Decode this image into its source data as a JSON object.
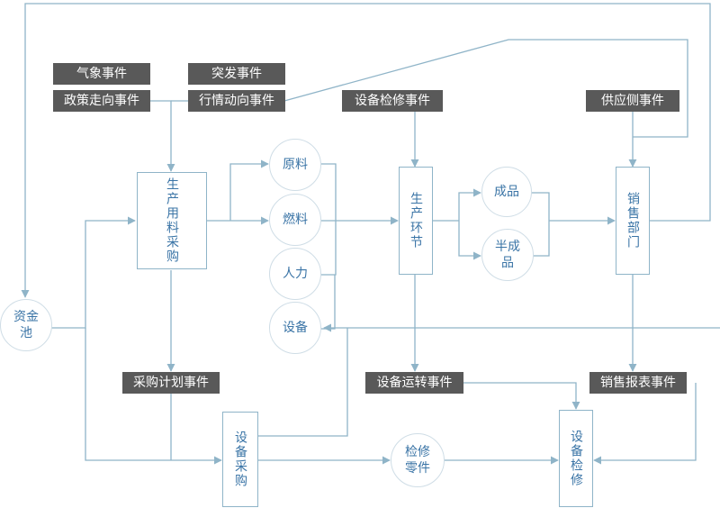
{
  "events": {
    "weather": "气象事件",
    "emergency": "突发事件",
    "policy": "政策走向事件",
    "market": "行情动向事件",
    "equip_repair": "设备检修事件",
    "supply_side": "供应侧事件",
    "purchase_plan": "采购计划事件",
    "equip_operation": "设备运转事件",
    "sales_report": "销售报表事件"
  },
  "nodes": {
    "production_purchase": "生产用料采购",
    "production": "生产环节",
    "sales": "销售部门",
    "equip_purchase": "设备采购",
    "equip_repair_node": "设备检修",
    "raw_material": "原料",
    "fuel": "燃料",
    "manpower": "人力",
    "equipment": "设备",
    "finished": "成品",
    "semi_finished": "半成品",
    "capital_pool": "资金池",
    "repair_parts": "检修零件"
  },
  "colors": {
    "line": "#8fb4c8",
    "node_text": "#3a74a6",
    "event_bg": "#595959",
    "event_text": "#ffffff"
  }
}
